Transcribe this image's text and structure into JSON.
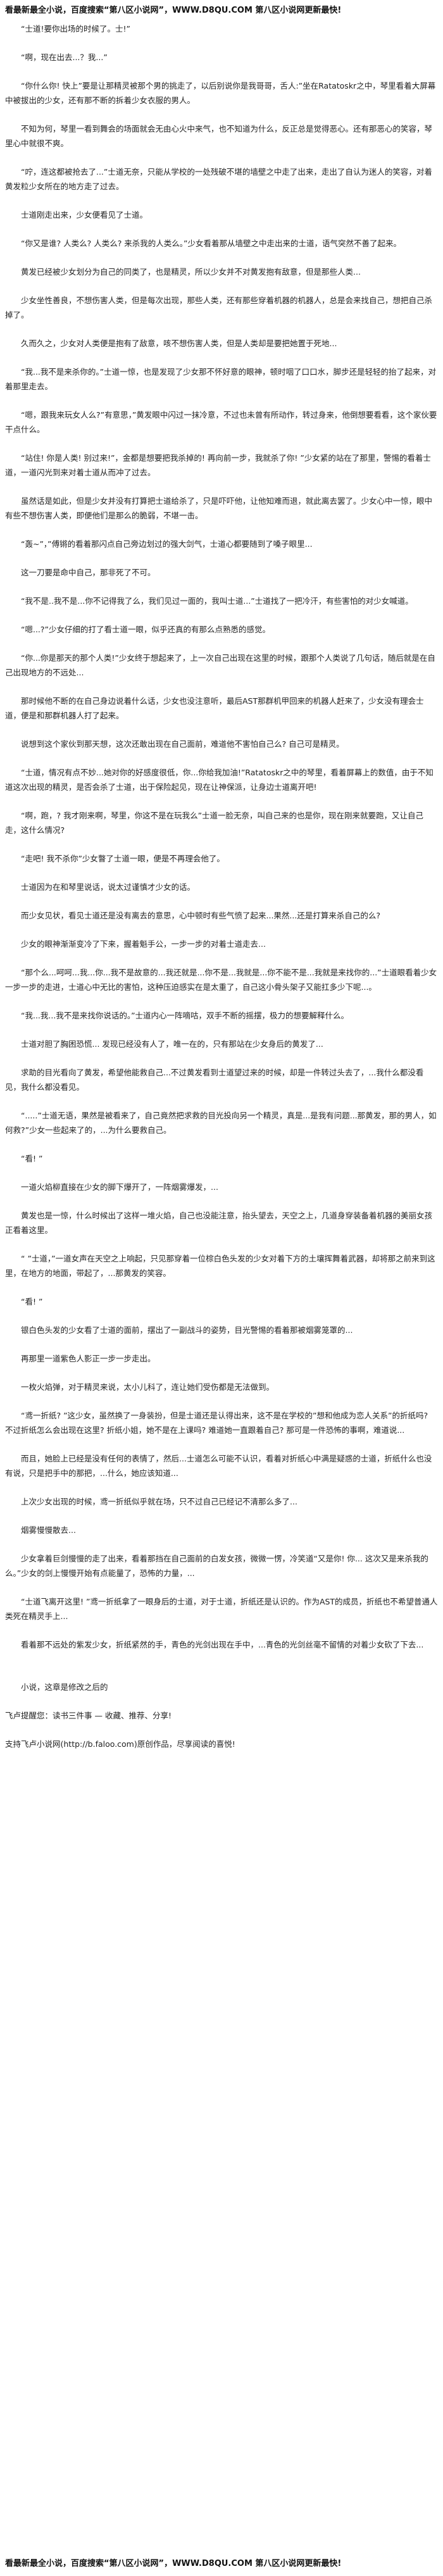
{
  "header_banner": "看最新最全小说，百度搜索“第八区小说网”，WWW.D8QU.COM 第八区小说网更新最快!",
  "footer_banner": "看最新最全小说，百度搜索“第八区小说网”，WWW.D8QU.COM 第八区小说网更新最快!",
  "paragraphs": [
    "“士道!要你出场的时候了。士!”",
    "“啊，现在出去...？我...”",
    "“你什么你! 快上”要是让那精灵被那个男的挑走了，以后别说你是我哥哥，舌人:”坐在Ratatoskr之中，琴里看着大屏幕中被拔出的少女，还有那不断的拆着少女衣服的男人。",
    "不知为何，琴里一看到舞会的场面就会无由心火中来气，也不知道为什么，反正总是觉得恶心。还有那恶心的笑容，琴里心中就很不爽。",
    "“咛，连这都被抢去了...”士道无奈，只能从学校的一处残破不堪的墙壁之中走了出来，走出了自认为迷人的笑容，对着黄发粒少女所在的地方走了过去。",
    "士道刚走出来，少女便看见了士道。",
    "“你又是谁? 人类么? 人类么? 来杀我的人类么。”少女看着那从墙壁之中走出来的士道，语气突然不善了起来。",
    "黄发已经被少女划分为自己的同类了，也是精灵，所以少女并不对黄发抱有敌意，但是那些人类...",
    "少女坐性善良，不想伤害人类，但是每次出现，那些人类，还有那些穿着机器的机器人，总是会来找自己，想把自己杀掉了。",
    "久而久之，少女对人类便是抱有了敌意，咳不想伤害人类，但是人类却是要把她置于死地...",
    "“我...我不是来杀你的。”士道一惊，也是发现了少女那不怀好意的眼神，顿时咽了口口水，脚步还是轻轻的抬了起来，对着那里走去。",
    "“嗯，跟我来玩女人么?”有意思，”黄发眼中闪过一抹冷意，不过也未曾有所动作，转过身来，他倒想要看看，这个家伙要干点什么。",
    "“站住! 你是人类! 别过来!”，金都是想要把我杀掉的! 再向前一步，我就杀了你! ”少女紧的站在了那里，警惕的看着士道，一道闪光到来对着士道从而冲了过去。",
    "虽然话是如此，但是少女并没有打算把士道给杀了，只是吓吓他，让他知难而退，就此离去罢了。少女心中一惊，眼中有些不想伤害人类，即便他们是那么的脆弱，不堪一击。",
    "“轰~”，”傅锵的看着那闪点自己旁边划过的强大剑气，士道心都要随到了嗓子眼里...",
    "这一刀要是命中自己，那非死了不可。",
    "“我不是..我不是...你不记得我了么，我们见过一面的，我叫士道...”士道找了一把冷汗，有些害怕的对少女喊道。",
    "“嗯...?”少女仔细的打了看士道一眼，似乎还真的有那么点熟悉的感觉。",
    "“你...你是那天的那个人类!”少女终于想起来了，上一次自己出现在这里的时候，跟那个人类说了几句话，随后就是在自己出现地方的不远处...",
    "那时候他不断的在自己身边说着什么话，少女也没注意听，最后AST那群机甲回来的机器人赶来了，少女没有理会士道，便是和那群机器人打了起来。",
    "说想到这个家伙到那天想，这次还敢出现在自己面前，难道他不害怕自己么? 自己可是精灵。",
    "“士道，情况有点不妙...她对你的好感度很低，你...你给我加油!”Ratatoskr之中的琴里，看着屏幕上的数值，由于不知道这次出现的精灵，是否会杀了士道，出于保险起见，现在让神保派，让身边士道离开吧!",
    "“啊，跑，? 我才刚来啊，琴里，你这不是在玩我么”士道一脸无奈，叫自己来的也是你，现在刚来就要跑，又让自己走，这什么情况?",
    "“走吧! 我不杀你”少女瞥了士道一眼，便是不再理会他了。",
    "士道因为在和琴里说话，说太过谨慎才少女的话。",
    "而少女见状，看见士道还是没有离去的意思，心中顿时有些气愤了起来...果然...还是打算来杀自己的么?",
    "少女的眼神渐渐变冷了下来，握着魁手公，一步一步的对着士道走去...",
    "“那个么...呵呵...我...你...我不是故意的...我还就是...你不是...我就是...你不能不是...我就是来找你的...”士道眼看着少女一步一步的走进，士道心中无比的害怕，这种压迫感实在是太重了，自己这小骨头架子又能扛多少下呢...。",
    "“我...我...我不是来找你说话的。”士道内心一阵嘀咕，双手不断的摇摆，极力的想要解释什么。",
    "士道对胆了胸困恐慌... 发现已经没有人了，唯一在的，只有那站在少女身后的黄发了...",
    "求助的目光看向了黄发，希望他能救自己...不过黄发看到士道望过来的时候，却是一件转过头去了，...我什么都没看见，我什么都没看见。",
    "“.....”士道无语，果然是被看来了，自己竟然把求救的目光投向另一个精灵，真是...是我有问题...那黄发，那的男人，如何救?”少女一些起来了的，...为什么要救自己。",
    "“看! ”",
    "一道火焰柳直接在少女的脚下爆开了，一阵烟雾爆发，...",
    "黄发也是一惊，什么时候出了这样一堆火焰，自己也没能注意，抬头望去，天空之上，几道身穿装备着机器的美丽女孩正看着这里。",
    "“ ”士道，”一道女声在天空之上响起，只见那穿着一位棕白色头发的少女对着下方的土壤挥舞着武器，却将那之前来到这里，在地方的地面，带起了，...那黄发的笑容。",
    "“看! ”",
    "银白色头发的少女看了士道的面前，摆出了一副战斗的姿势，目光警惕的看着那被烟雾笼罩的...",
    "再那里一道紫色人影正一步一步走出。",
    "一枚火焰弹，对于精灵来说，太小儿科了，连让她们受伤都是无法做到。",
    "“鸢一折纸? ”这少女，虽然换了一身装扮，但是士道还是认得出来，这不是在学校的”想和他成为恋人关系”的折纸吗? 不过折纸怎么会出现在这里? 折纸小姐，她不是在上课吗? 难道她一直跟着自己? 那可是一件恐怖的事啊，难道说...",
    "而且，她脸上已经是没有任何的表情了，然后...士道怎么可能不认识，看着对折纸心中满是疑惑的士道，折纸什么也没有说，只是把手中的那把，...什么，她应该知道...",
    "上次少女出现的时候，鸢一折纸似乎就在场，只不过自己已经记不清那么多了...",
    "烟雾慢慢散去...",
    "少女拿着巨剑慢慢的走了出来，看着那挡在自己面前的白发女孩，微微一愣，冷笑道“又是你! 你... 这次又是来杀我的么。”少女的剑上慢慢开始有点能量了，恐怖的力量，...",
    "“士道飞离开这里! ”鸢一折纸拿了一眼身后的士道，对于士道，折纸还是认识的。作为AST的成员，折纸也不希望普通人类死在精灵手上...",
    "看着那不远处的紫发少女，折纸紧然的手，青色的光剑出现在手中，...青色的光剑丝毫不留情的对着少女砍了下去..."
  ],
  "chapter_end": "小说，这章是修改之后的",
  "author_note": "飞卢提醒您：读书三件事 — 收藏、推荐、分享!",
  "support_note": "支持飞卢小说网(http://b.faloo.com)原创作品，尽享阅读的喜悦!"
}
